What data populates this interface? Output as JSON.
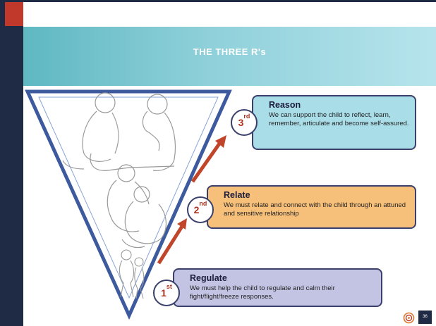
{
  "slide": {
    "title": "THE THREE R's",
    "page_number": "36",
    "accent_color": "#c0392b",
    "navy_color": "#1f2a44",
    "banner_color": "#8fd0da"
  },
  "steps": {
    "reason": {
      "ordinal": "3",
      "ordinal_suffix": "rd",
      "title": "Reason",
      "text": "We can support the child to reflect, learn, remember, articulate and become self-assured.",
      "color": "#a9dde8"
    },
    "relate": {
      "ordinal": "2",
      "ordinal_suffix": "nd",
      "title": "Relate",
      "text": "We must relate and connect with the child through an attuned and sensitive relationship",
      "color": "#f7c07a"
    },
    "regulate": {
      "ordinal": "1",
      "ordinal_suffix": "st",
      "title": "Regulate",
      "text": "We must help the child to regulate and calm their fight/flight/freeze responses.",
      "color": "#c3c3e4"
    }
  },
  "icons": {
    "logo": "swirl-logo-icon",
    "arrow": "up-arrow-icon"
  }
}
